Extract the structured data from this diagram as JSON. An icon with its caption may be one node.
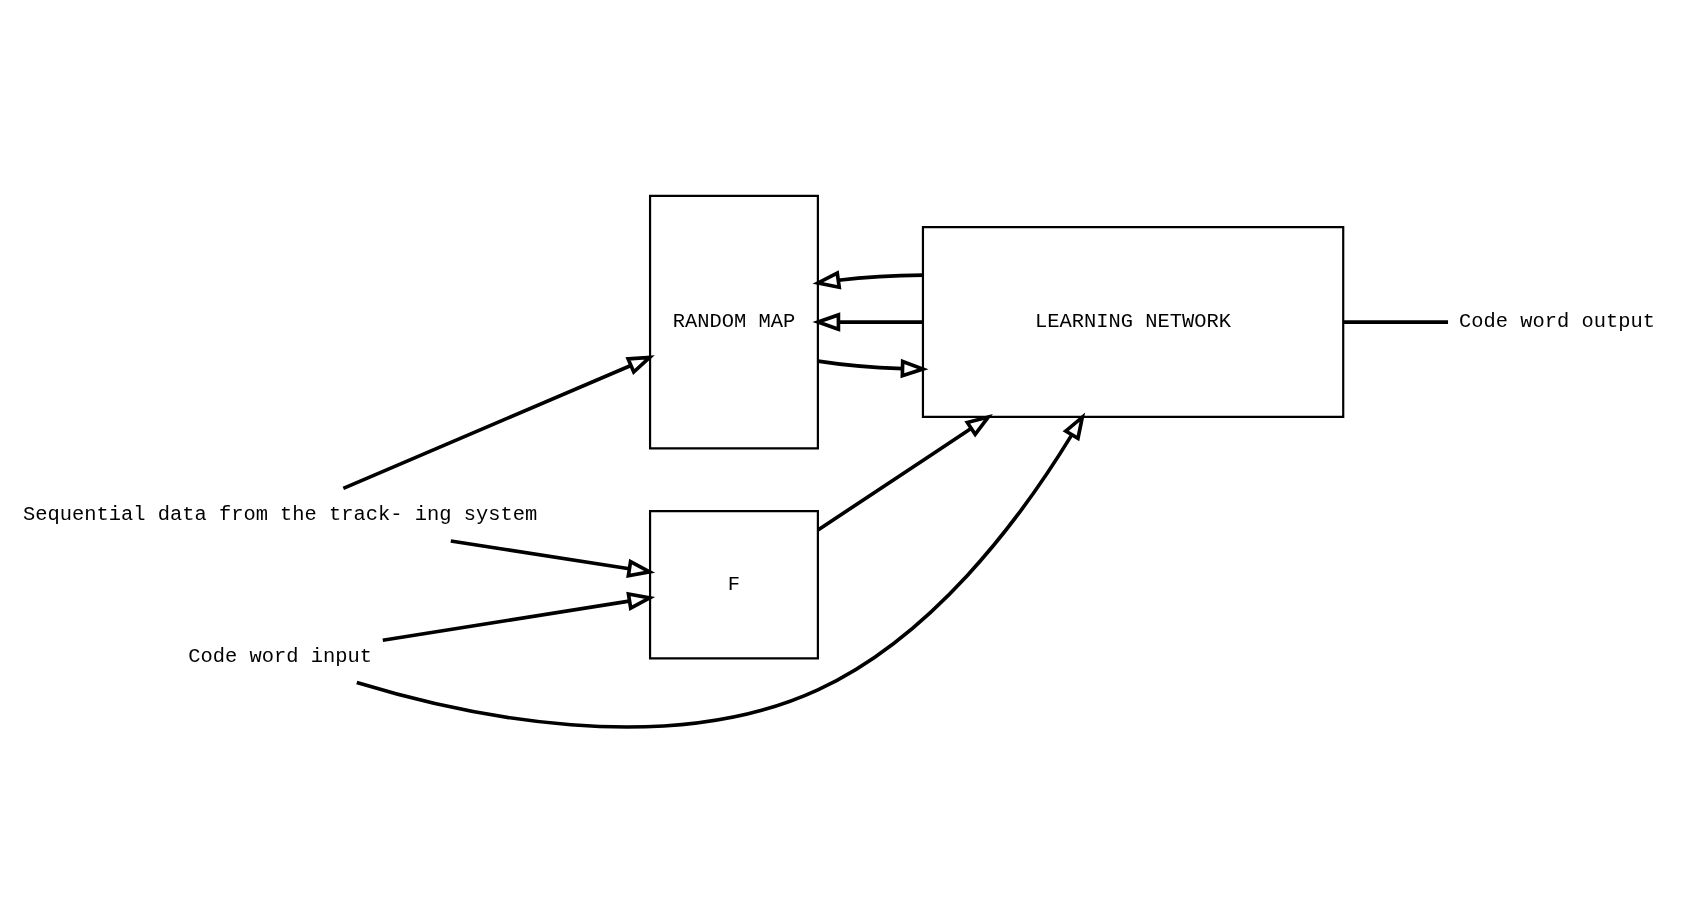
{
  "diagram": {
    "nodes": [
      {
        "text": [
          "RANDOM MAP"
        ]
      },
      {
        "text": [
          "LEARNING NETWORK"
        ]
      },
      {
        "text": [
          "F"
        ]
      },
      {
        "text": [
          "Sequential data from the track- ing system"
        ]
      },
      {
        "text": [
          "Code word output"
        ]
      },
      {
        "text": [
          "Code word input"
        ]
      }
    ],
    "edges": [
      {
        "from": 0,
        "to": 1,
        "arrow": "to"
      },
      {
        "from": 1,
        "to": 0,
        "arrow": "to"
      },
      {
        "from": 1,
        "to": 0,
        "arrow": "to"
      },
      {
        "from": 1,
        "to": 4,
        "arrow": "none"
      },
      {
        "from": 3,
        "to": 0,
        "arrow": "to"
      },
      {
        "from": 3,
        "to": 2,
        "arrow": "to"
      },
      {
        "from": 2,
        "to": 1,
        "arrow": "to"
      },
      {
        "from": 5,
        "to": 1,
        "arrow": "to"
      },
      {
        "from": 5,
        "to": 2,
        "arrow": "to"
      }
    ]
  }
}
